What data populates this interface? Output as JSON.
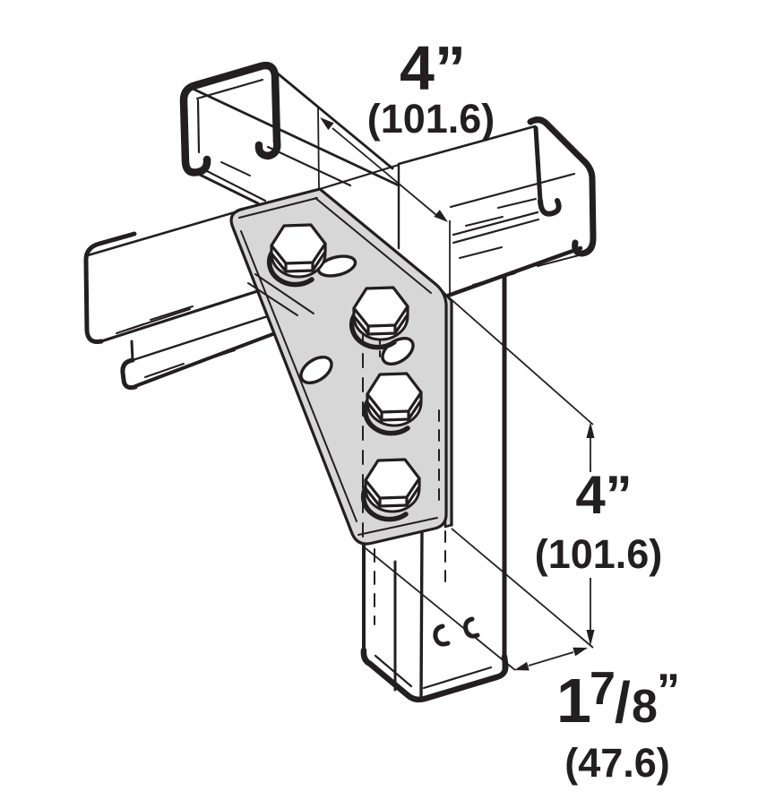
{
  "figure": {
    "type": "technical-line-illustration",
    "subject": "90-degree gusseted corner bracket joining a horizontal strut channel and a vertical strut channel",
    "background_color": "#ffffff",
    "line_color": "#231f20",
    "bracket_fill_color": "#d6d7d6",
    "components": {
      "channel_top": "strut channel (top, end view with inturned lips)",
      "channel_cross": "strut channel (crossing horizontal member)",
      "channel_post": "strut channel (vertical post, open end at bottom)",
      "bracket": "triangular gusset corner bracket",
      "bolts": "4 hex head bolts",
      "slots": "3 oval slot holes"
    }
  },
  "dims": {
    "horizontal": {
      "imperial": "4”",
      "metric": "(101.6)"
    },
    "vertical": {
      "imperial": "4”",
      "metric": "(101.6)"
    },
    "width": {
      "whole": "1",
      "numerator": "7",
      "slash": "/",
      "denominator": "8",
      "quote": "”",
      "metric": "(47.6)"
    }
  }
}
